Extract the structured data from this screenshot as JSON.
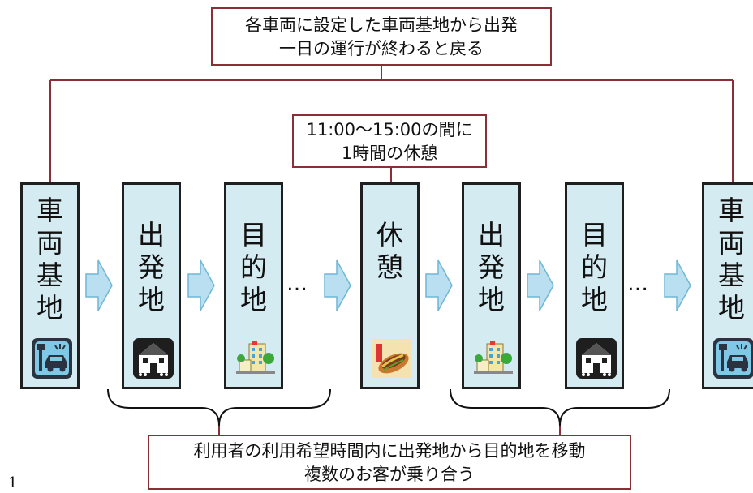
{
  "top_note": {
    "line1": "各車両に設定した車両基地から出発",
    "line2": "一日の運行が終わると戻る"
  },
  "break_note": {
    "line1": "11:00〜15:00の間に",
    "line2": "1時間の休憩"
  },
  "bottom_note": {
    "line1": "利用者の利用希望時間内に出発地から目的地を移動",
    "line2": "複数のお客が乗り合う"
  },
  "boxes": [
    {
      "chars": [
        "車",
        "両",
        "基",
        "地"
      ],
      "icon": "bus-depot-icon"
    },
    {
      "chars": [
        "出",
        "発",
        "地"
      ],
      "icon": "house-icon"
    },
    {
      "chars": [
        "目",
        "的",
        "地"
      ],
      "icon": "building-icon"
    },
    {
      "chars": [
        "休",
        "憩"
      ],
      "icon": "food-icon"
    },
    {
      "chars": [
        "出",
        "発",
        "地"
      ],
      "icon": "building-icon"
    },
    {
      "chars": [
        "目",
        "的",
        "地"
      ],
      "icon": "house-icon"
    },
    {
      "chars": [
        "車",
        "両",
        "基",
        "地"
      ],
      "icon": "bus-depot-icon"
    }
  ],
  "ellipsis": "…",
  "page_number": "1",
  "colors": {
    "connector": "#8B2F36",
    "box_fill": "#d5ebf2",
    "arrow_fill": "#b9dff0",
    "arrow_stroke": "#6fb7d6"
  }
}
